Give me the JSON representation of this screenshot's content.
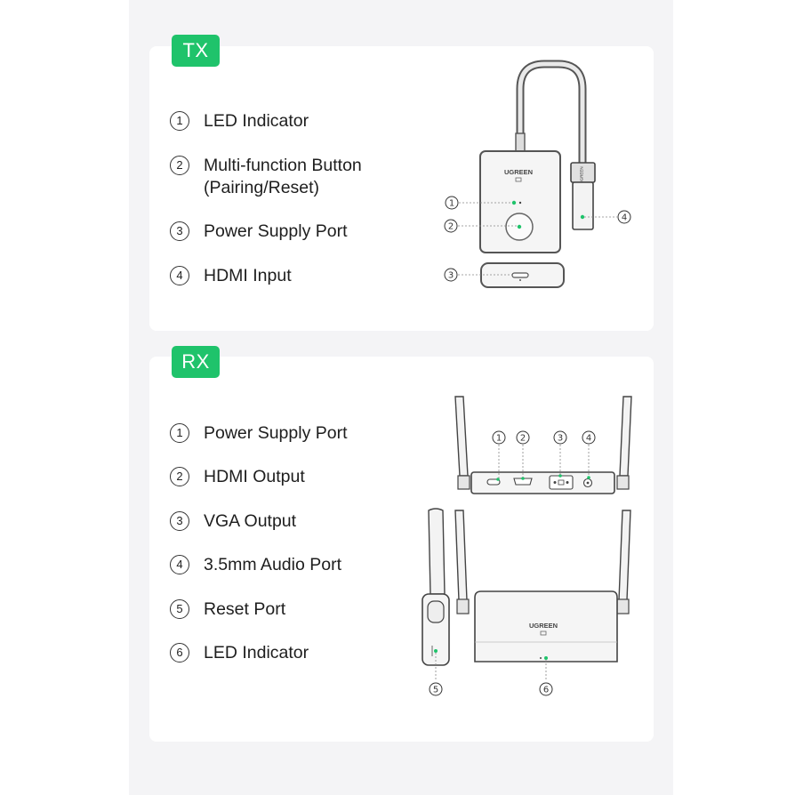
{
  "tx": {
    "tag": "TX",
    "items": [
      {
        "num": "1",
        "lines": [
          "LED Indicator"
        ]
      },
      {
        "num": "2",
        "lines": [
          "Multi-function Button",
          "(Pairing/Reset)"
        ]
      },
      {
        "num": "3",
        "lines": [
          "Power Supply Port"
        ]
      },
      {
        "num": "4",
        "lines": [
          "HDMI Input"
        ]
      }
    ],
    "brand": "UGREEN",
    "callouts": [
      "1",
      "2",
      "3",
      "4"
    ]
  },
  "rx": {
    "tag": "RX",
    "items": [
      {
        "num": "1",
        "lines": [
          "Power Supply Port"
        ]
      },
      {
        "num": "2",
        "lines": [
          "HDMI Output"
        ]
      },
      {
        "num": "3",
        "lines": [
          "VGA Output"
        ]
      },
      {
        "num": "4",
        "lines": [
          "3.5mm Audio Port"
        ]
      },
      {
        "num": "5",
        "lines": [
          "Reset Port"
        ]
      },
      {
        "num": "6",
        "lines": [
          "LED Indicator"
        ]
      }
    ],
    "brand": "UGREEN",
    "callouts": [
      "1",
      "2",
      "3",
      "4",
      "5",
      "6"
    ]
  },
  "colors": {
    "accent": "#1fc36b",
    "page_bg": "#f4f4f6",
    "card_bg": "#ffffff",
    "text": "#1e1e1e"
  }
}
